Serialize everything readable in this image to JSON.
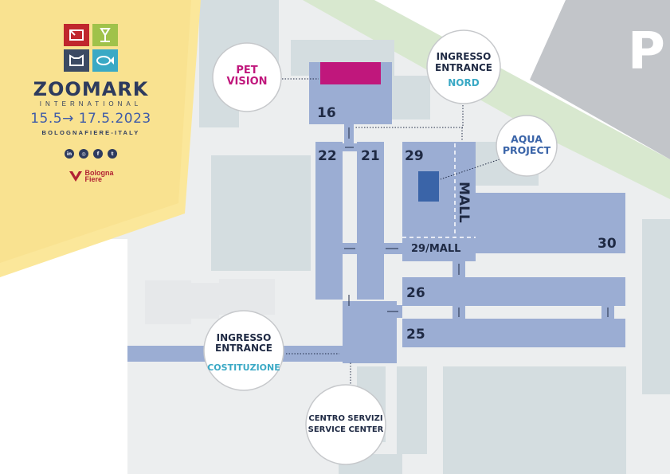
{
  "brand": {
    "name": "ZOOMARK",
    "subtitle": "INTERNATIONAL",
    "dates": "15.5→ 17.5.2023",
    "venue": "BOLOGNAFIERE-ITALY",
    "social": [
      "in",
      "◎",
      "f",
      "t"
    ],
    "partner_line1": "Bologna",
    "partner_line2": "Fiere",
    "colors": {
      "panel": "#fbe79a",
      "navy": "#2e3b5e",
      "blue": "#3f5ba8",
      "red": "#b22234"
    }
  },
  "halls": {
    "h16": "16",
    "h22": "22",
    "h21": "21",
    "h29": "29",
    "h30": "30",
    "h26": "26",
    "h25": "25",
    "mall": "MALL",
    "mall29": "29/MALL"
  },
  "parking": "P",
  "bubbles": {
    "pet_vision": {
      "line1": "PET",
      "line2": "VISION",
      "color": "#c0177c"
    },
    "ingresso_nord": {
      "line1": "INGRESSO",
      "line2": "ENTRANCE",
      "line3": "NORD",
      "accent": "#3aa9c5"
    },
    "aqua_project": {
      "line1": "AQUA",
      "line2": "PROJECT",
      "color": "#3a64a8"
    },
    "ingresso_costituzione": {
      "line1": "INGRESSO",
      "line2": "ENTRANCE",
      "line3": "COSTITUZIONE",
      "accent": "#3aa9c5"
    },
    "centro_servizi": {
      "line1": "CENTRO SERVIZI",
      "line2": "SERVICE CENTER"
    }
  },
  "map_colors": {
    "hall": "#9badd3",
    "background": "#eceeef",
    "building": "#d4dde0",
    "green": "#d8e8cf",
    "street": "#c2c5c9"
  }
}
